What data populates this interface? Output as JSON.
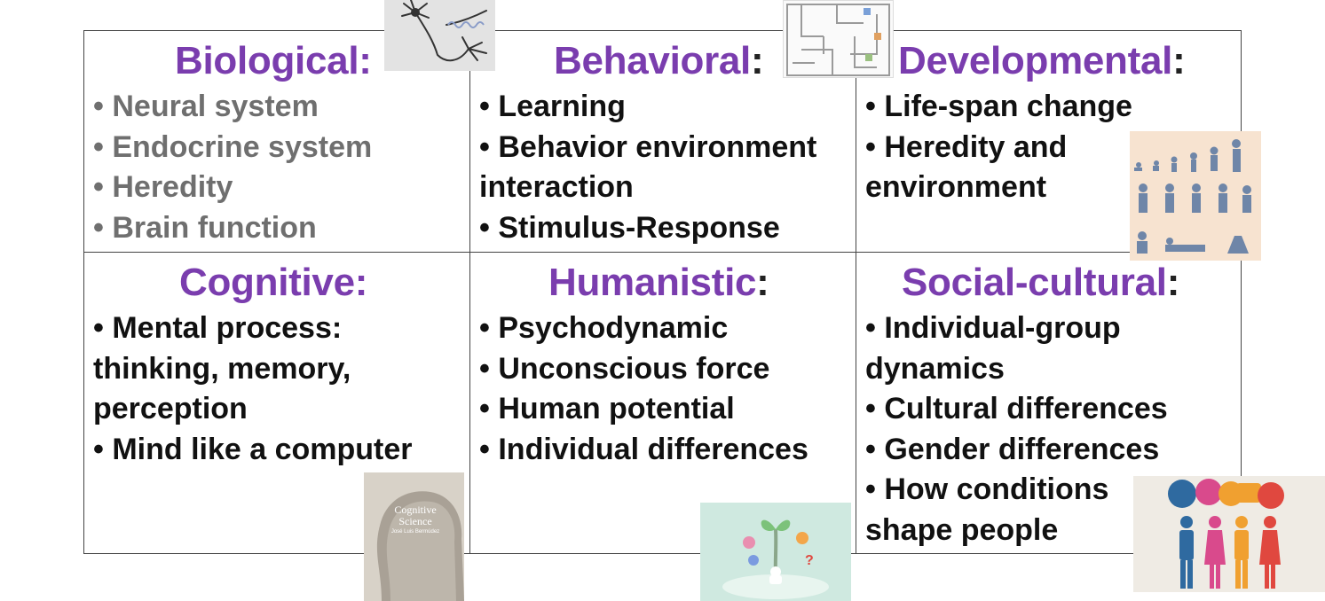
{
  "cells": [
    {
      "title": "Biological",
      "colon": ":",
      "items": [
        "• Neural system",
        "• Endocrine system",
        "• Heredity",
        "• Brain function"
      ]
    },
    {
      "title": "Behavioral",
      "colon": ":",
      "items": [
        "• Learning",
        "• Behavior environment",
        "interaction",
        "• Stimulus-Response"
      ]
    },
    {
      "title": "Developmental",
      "colon": ":",
      "items": [
        "• Life-span change",
        "• Heredity and",
        "environment"
      ]
    },
    {
      "title": "Cognitive",
      "colon": ":",
      "items": [
        "• Mental process:",
        "thinking, memory,",
        "perception",
        "• Mind like a computer"
      ]
    },
    {
      "title": "Humanistic",
      "colon": ":",
      "items": [
        "• Psychodynamic",
        "• Unconscious force",
        "• Human potential",
        "• Individual differences"
      ]
    },
    {
      "title": "Social-cultural",
      "colon": ":",
      "items": [
        "• Individual-group",
        "dynamics",
        "• Cultural differences",
        "• Gender differences",
        "• How conditions",
        "shape people"
      ]
    }
  ],
  "images": {
    "book_title_line1": "Cognitive",
    "book_title_line2": "Science",
    "book_author": "José Luis Bermúdez"
  },
  "colors": {
    "title_purple": "#7a3dae",
    "text": "#111111",
    "grey_text": "#6f6f6f"
  }
}
